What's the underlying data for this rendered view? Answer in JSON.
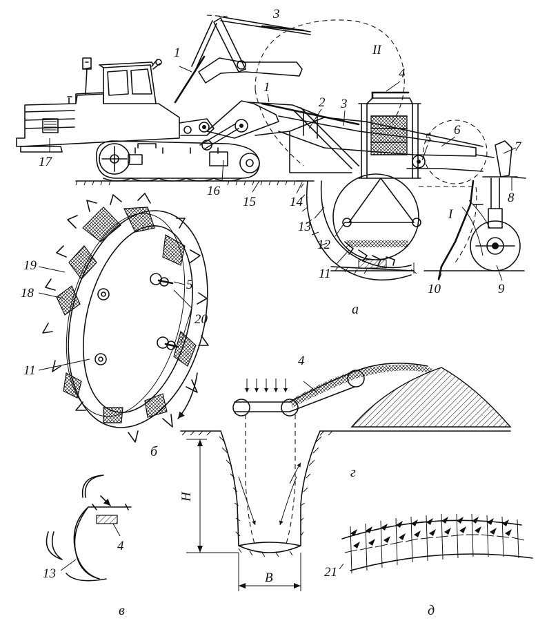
{
  "colors": {
    "ink": "#111111",
    "paper": "#ffffff"
  },
  "labels": {
    "n1": "1",
    "n1b": "1",
    "n2": "2",
    "n3": "3",
    "n3b": "3",
    "n4": "4",
    "n4g": "4",
    "n4v": "4",
    "n5": "5",
    "n5b": "5",
    "n6": "6",
    "n7": "7",
    "n8": "8",
    "n9": "9",
    "n10": "10",
    "n11": "11",
    "n11b": "11",
    "n12": "12",
    "n13": "13",
    "n13v": "13",
    "n14": "14",
    "n15": "15",
    "n16": "16",
    "n17": "17",
    "n18": "18",
    "n19": "19",
    "n20": "20",
    "n21": "21",
    "zone1": "I",
    "zone2": "II",
    "depth": "H",
    "width": "B"
  },
  "panels": {
    "a": "а",
    "b": "б",
    "v": "в",
    "g": "г",
    "d": "д"
  }
}
